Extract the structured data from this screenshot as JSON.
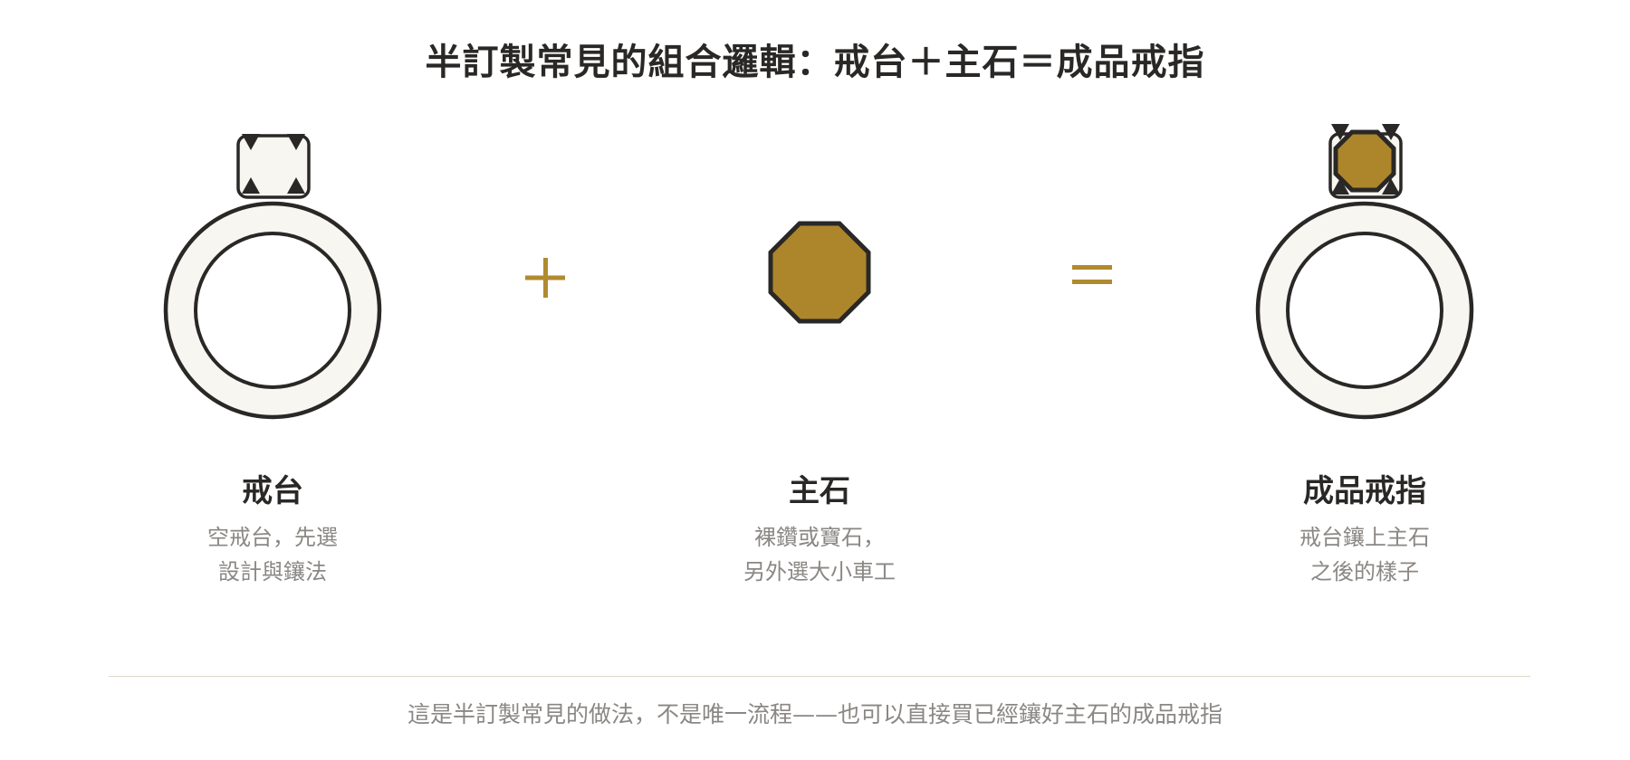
{
  "title": "半訂製常見的組合邏輯：戒台＋主石＝成品戒指",
  "colors": {
    "outline": "#2a2826",
    "band_fill": "#f8f6f1",
    "gem_gold": "#ad862c",
    "operator_gold": "#b08a2e",
    "muted_text": "#8a8784",
    "divider": "#dcd9c8"
  },
  "columns": [
    {
      "name": "戒台",
      "desc_lines": [
        "空戒台，先選",
        "設計與鑲法"
      ],
      "icon": "ring-setting-icon"
    },
    {
      "name": "主石",
      "desc_lines": [
        "裸鑽或寶石，",
        "另外選大小車工"
      ],
      "icon": "octagon-gem-icon"
    },
    {
      "name": "成品戒指",
      "desc_lines": [
        "戒台鑲上主石",
        "之後的樣子"
      ],
      "icon": "finished-ring-icon"
    }
  ],
  "operators": {
    "plus": "+",
    "equals": "="
  },
  "footer": "這是半訂製常見的做法，不是唯一流程——也可以直接買已經鑲好主石的成品戒指"
}
